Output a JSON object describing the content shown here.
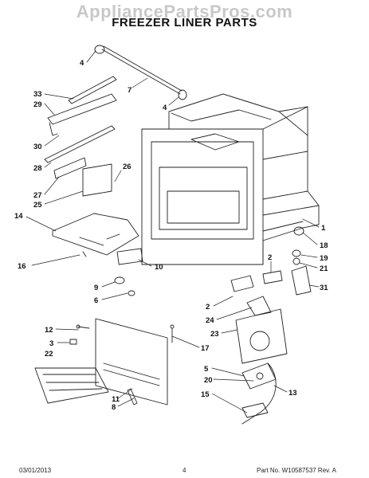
{
  "watermark": "AppliancePartsPros.com",
  "title": "FREEZER LINER PARTS",
  "footer": {
    "date": "03/01/2013",
    "page": "4",
    "part_number": "Part No.  W10587537  Rev. A"
  },
  "callouts": [
    "4",
    "7",
    "4",
    "33",
    "29",
    "30",
    "28",
    "27",
    "25",
    "26",
    "14",
    "16",
    "10",
    "1",
    "18",
    "19",
    "21",
    "2",
    "31",
    "9",
    "6",
    "2",
    "24",
    "12",
    "3",
    "22",
    "17",
    "23",
    "5",
    "20",
    "13",
    "11",
    "8",
    "15"
  ]
}
